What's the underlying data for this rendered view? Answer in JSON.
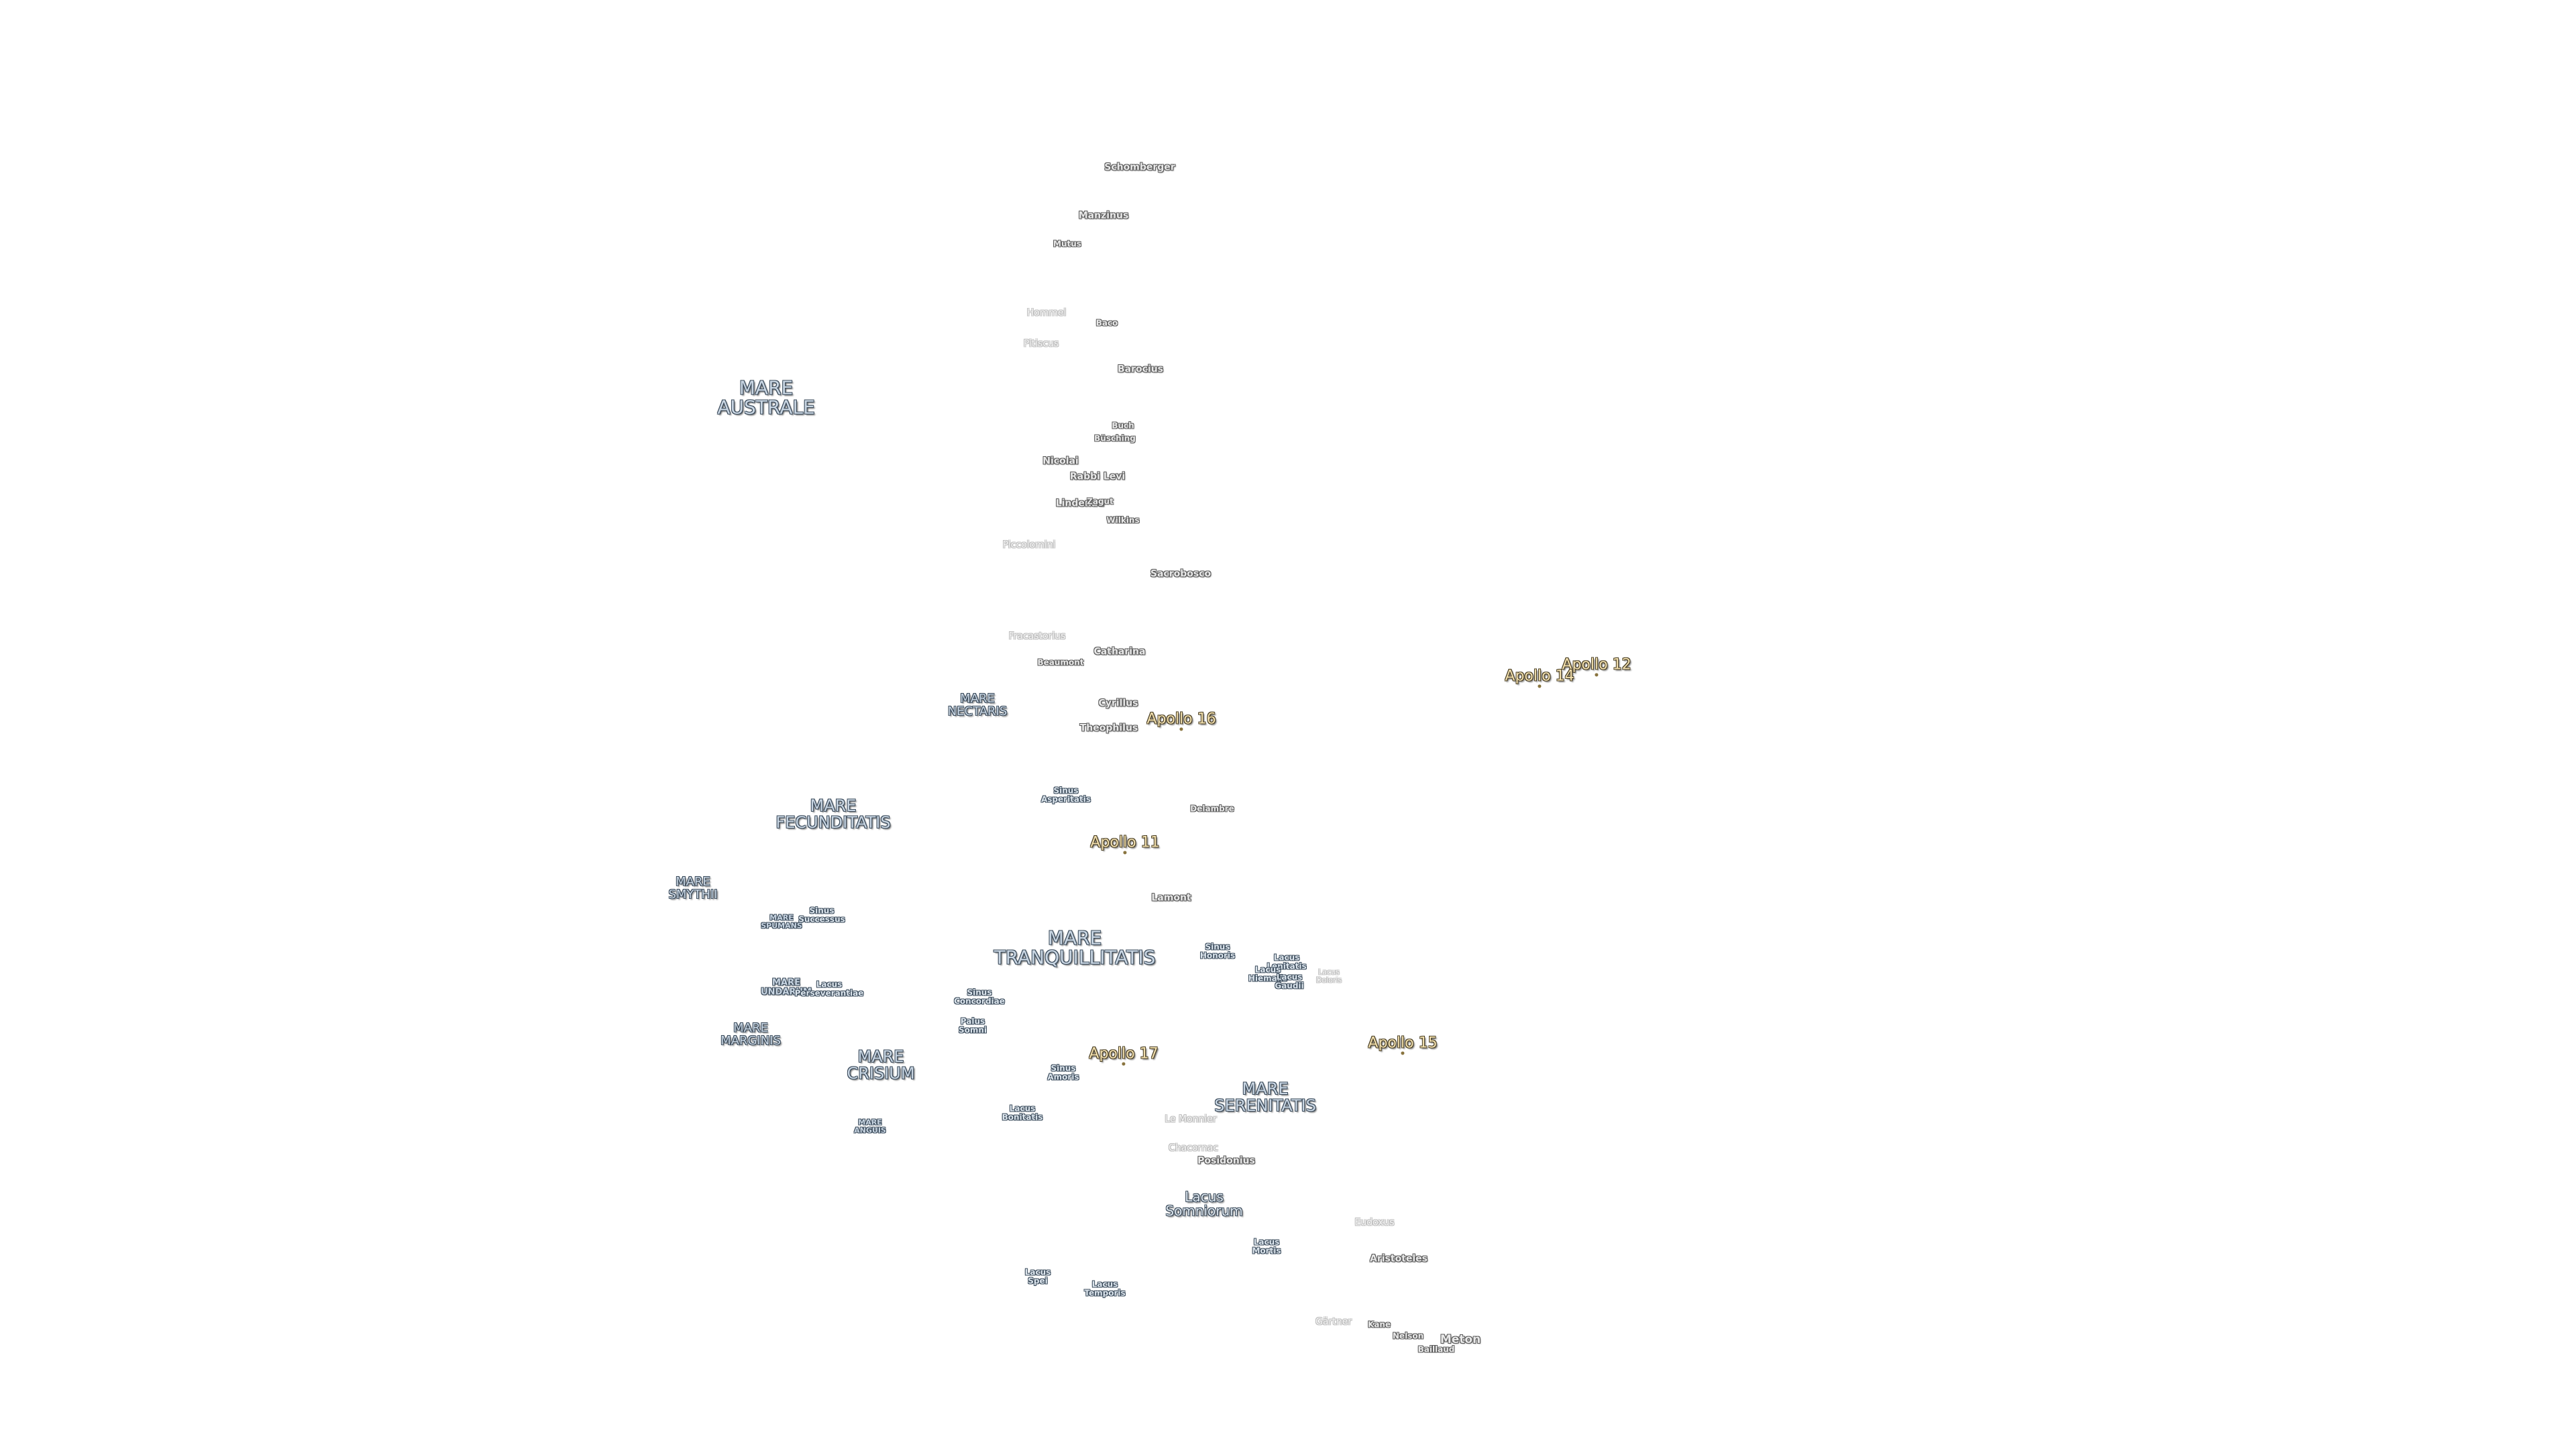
{
  "colors": {
    "background": "#ffffff",
    "sea_fill": "#c9d6e3",
    "sea_outline": "#3a4a5a",
    "crater_fill": "#e9e9e9",
    "crater_outline": "#5a5a5a",
    "apollo_fill": "#f1dfae",
    "apollo_outline": "#4a3f25"
  },
  "map": {
    "seas": {
      "mare_australe": [
        "MARE",
        "AUSTRALE"
      ],
      "mare_nectaris": [
        "MARE",
        "NECTARIS"
      ],
      "mare_fecunditatis": [
        "MARE",
        "FECUNDITATIS"
      ],
      "mare_smythii": [
        "MARE",
        "SMYTHII"
      ],
      "mare_spumans": [
        "MARE",
        "SPUMANS"
      ],
      "mare_undarum": [
        "MARE",
        "UNDARUM"
      ],
      "mare_marginis": [
        "MARE",
        "MARGINIS"
      ],
      "mare_crisium": [
        "MARE",
        "CRISIUM"
      ],
      "mare_anguis": [
        "MARE",
        "ANGUIS"
      ],
      "mare_tranquillitatis": [
        "MARE",
        "TRANQUILLITATIS"
      ],
      "mare_serenitatis": [
        "MARE",
        "SERENITATIS"
      ]
    },
    "lakes": {
      "sinus_asperitatis": [
        "Sinus",
        "Asperitatis"
      ],
      "sinus_successus": [
        "Sinus",
        "Successus"
      ],
      "lacus_perseverantiae": [
        "Lacus",
        "Perseverantiae"
      ],
      "sinus_concordiae": [
        "Sinus",
        "Concordiae"
      ],
      "palus_somni": [
        "Palus",
        "Somni"
      ],
      "sinus_amoris": [
        "Sinus",
        "Amoris"
      ],
      "lacus_bonitatis": [
        "Lacus",
        "Bonitatis"
      ],
      "sinus_honoris": [
        "Sinus",
        "Honoris"
      ],
      "lacus_lenitatis": [
        "Lacus",
        "Lenitatis"
      ],
      "lacus_hiemalis": [
        "Lacus",
        "Hiemalis"
      ],
      "lacus_gaudii": [
        "Lacus",
        "Gaudii"
      ],
      "lacus_doloris": [
        "Lacus",
        "Doloris"
      ],
      "lacus_somniorum": [
        "Lacus",
        "Somniorum"
      ],
      "lacus_mortis": [
        "Lacus",
        "Mortis"
      ],
      "lacus_spei": [
        "Lacus",
        "Spei"
      ],
      "lacus_temporis": [
        "Lacus",
        "Temporis"
      ]
    },
    "craters": {
      "schomberger": "Schomberger",
      "manzinus": "Manzinus",
      "mutus": "Mutus",
      "hommel": "Hommel",
      "baco": "Baco",
      "pitiscus": "Pitiscus",
      "barocius": "Barocius",
      "buch": "Buch",
      "busching": "Büsching",
      "nicolai": "Nicolai",
      "rabbi_levi": "Rabbi Levi",
      "lindenau": "Lindenau",
      "zagut": "Zagut",
      "wilkins": "Wilkins",
      "piccolomini": "Piccolomini",
      "sacrobosco": "Sacrobosco",
      "fracastorius": "Fracastorius",
      "beaumont": "Beaumont",
      "catharina": "Catharina",
      "cyrillus": "Cyrillus",
      "theophilus": "Theophilus",
      "delambre": "Delambre",
      "lamont": "Lamont",
      "le_monnier": "Le Monnier",
      "chacornac": "Chacornac",
      "posidonius": "Posidonius",
      "eudoxus": "Eudoxus",
      "aristoteles": "Aristoteles",
      "gartner": "Gärtner",
      "kane": "Kane",
      "nelson": "Nelson",
      "baillaud": "Baillaud",
      "meton": "Meton"
    },
    "apollo": {
      "apollo_11": "Apollo 11",
      "apollo_12": "Apollo 12",
      "apollo_14": "Apollo 14",
      "apollo_15": "Apollo 15",
      "apollo_16": "Apollo 16",
      "apollo_17": "Apollo 17"
    }
  }
}
